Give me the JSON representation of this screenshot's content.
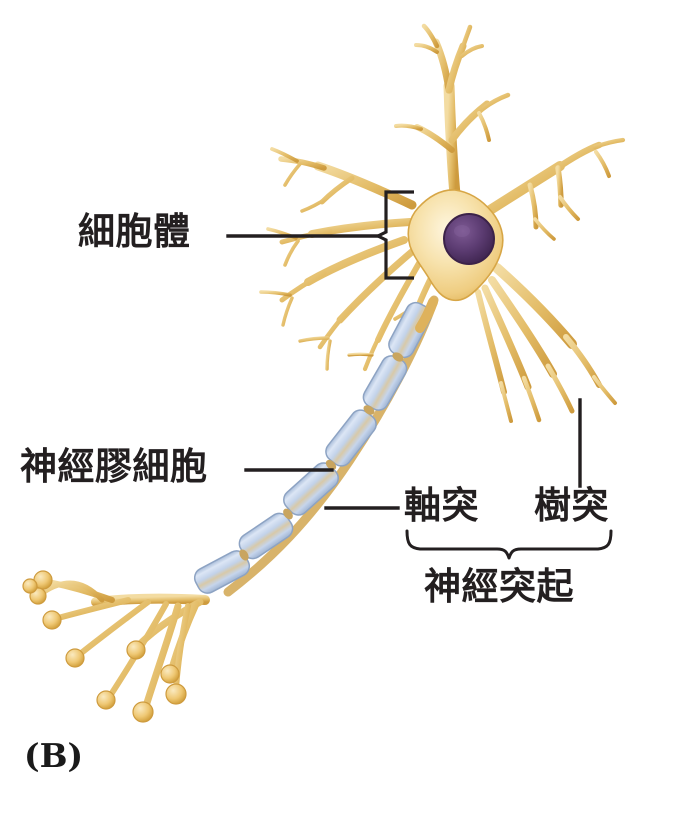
{
  "figure": {
    "caption": "(B)",
    "subject": "neuron-anatomy-diagram",
    "background_color": "#ffffff"
  },
  "labels": {
    "soma": "細胞體",
    "glia": "神經膠細胞",
    "axon": "軸突",
    "dendrite": "樹突",
    "neurite": "神經突起"
  },
  "colors": {
    "cytoplasm_light": "#F7E3B0",
    "cytoplasm_mid": "#EFCE82",
    "cytoplasm_edge": "#D2A03C",
    "process_gold": "#E0B558",
    "nucleus": "#5C3C72",
    "nucleus_rim": "#47284F",
    "myelin_fill": "#CBD9EE",
    "myelin_edge": "#8FA4C4",
    "myelin_highlight": "#E7EEF8",
    "node_gold": "#C8A45C",
    "leader_line": "#231f20",
    "text": "#231f20"
  },
  "parts": {
    "soma_label_bracket": "square-bracket",
    "neurite_brace": "curly-brace-down",
    "myelin_segment_count": 6,
    "terminal_bouton_count": 9
  }
}
